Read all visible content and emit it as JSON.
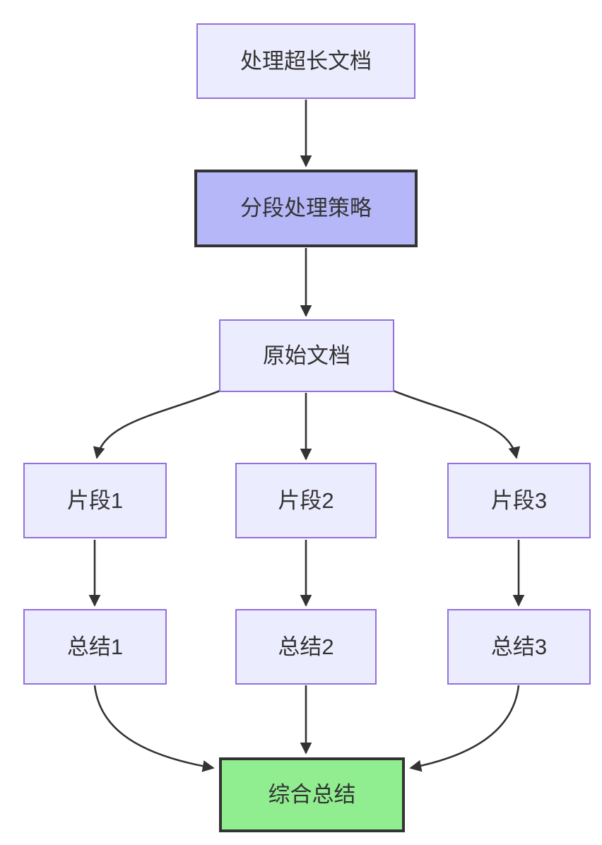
{
  "diagram": {
    "type": "flowchart",
    "direction": "top-down",
    "background": "#ffffff",
    "nodes": [
      {
        "id": "A",
        "label": "处理超长文档",
        "fill": "#ECECFF",
        "border": "#9370DB"
      },
      {
        "id": "B",
        "label": "分段处理策略",
        "fill": "#B6B7F8",
        "border": "#333333"
      },
      {
        "id": "C",
        "label": "原始文档",
        "fill": "#ECECFF",
        "border": "#9370DB"
      },
      {
        "id": "D",
        "label": "片段1",
        "fill": "#ECECFF",
        "border": "#9370DB"
      },
      {
        "id": "E",
        "label": "片段2",
        "fill": "#ECECFF",
        "border": "#9370DB"
      },
      {
        "id": "F",
        "label": "片段3",
        "fill": "#ECECFF",
        "border": "#9370DB"
      },
      {
        "id": "G",
        "label": "总结1",
        "fill": "#ECECFF",
        "border": "#9370DB"
      },
      {
        "id": "H",
        "label": "总结2",
        "fill": "#ECECFF",
        "border": "#9370DB"
      },
      {
        "id": "I",
        "label": "总结3",
        "fill": "#ECECFF",
        "border": "#9370DB"
      },
      {
        "id": "J",
        "label": "综合总结",
        "fill": "#90EE90",
        "border": "#333333"
      }
    ],
    "edges": [
      {
        "from": "处理超长文档",
        "to": "分段处理策略"
      },
      {
        "from": "分段处理策略",
        "to": "原始文档"
      },
      {
        "from": "原始文档",
        "to": "片段1"
      },
      {
        "from": "原始文档",
        "to": "片段2"
      },
      {
        "from": "原始文档",
        "to": "片段3"
      },
      {
        "from": "片段1",
        "to": "总结1"
      },
      {
        "from": "片段2",
        "to": "总结2"
      },
      {
        "from": "片段3",
        "to": "总结3"
      },
      {
        "from": "总结1",
        "to": "综合总结"
      },
      {
        "from": "总结2",
        "to": "综合总结"
      },
      {
        "from": "总结3",
        "to": "综合总结"
      }
    ],
    "colors": {
      "edge": "#333333",
      "text": "#333333",
      "default_node_fill": "#ECECFF",
      "default_node_border": "#9370DB",
      "strategy_node_fill": "#B6B7F8",
      "result_node_fill": "#90EE90",
      "dark_border": "#333333"
    }
  }
}
